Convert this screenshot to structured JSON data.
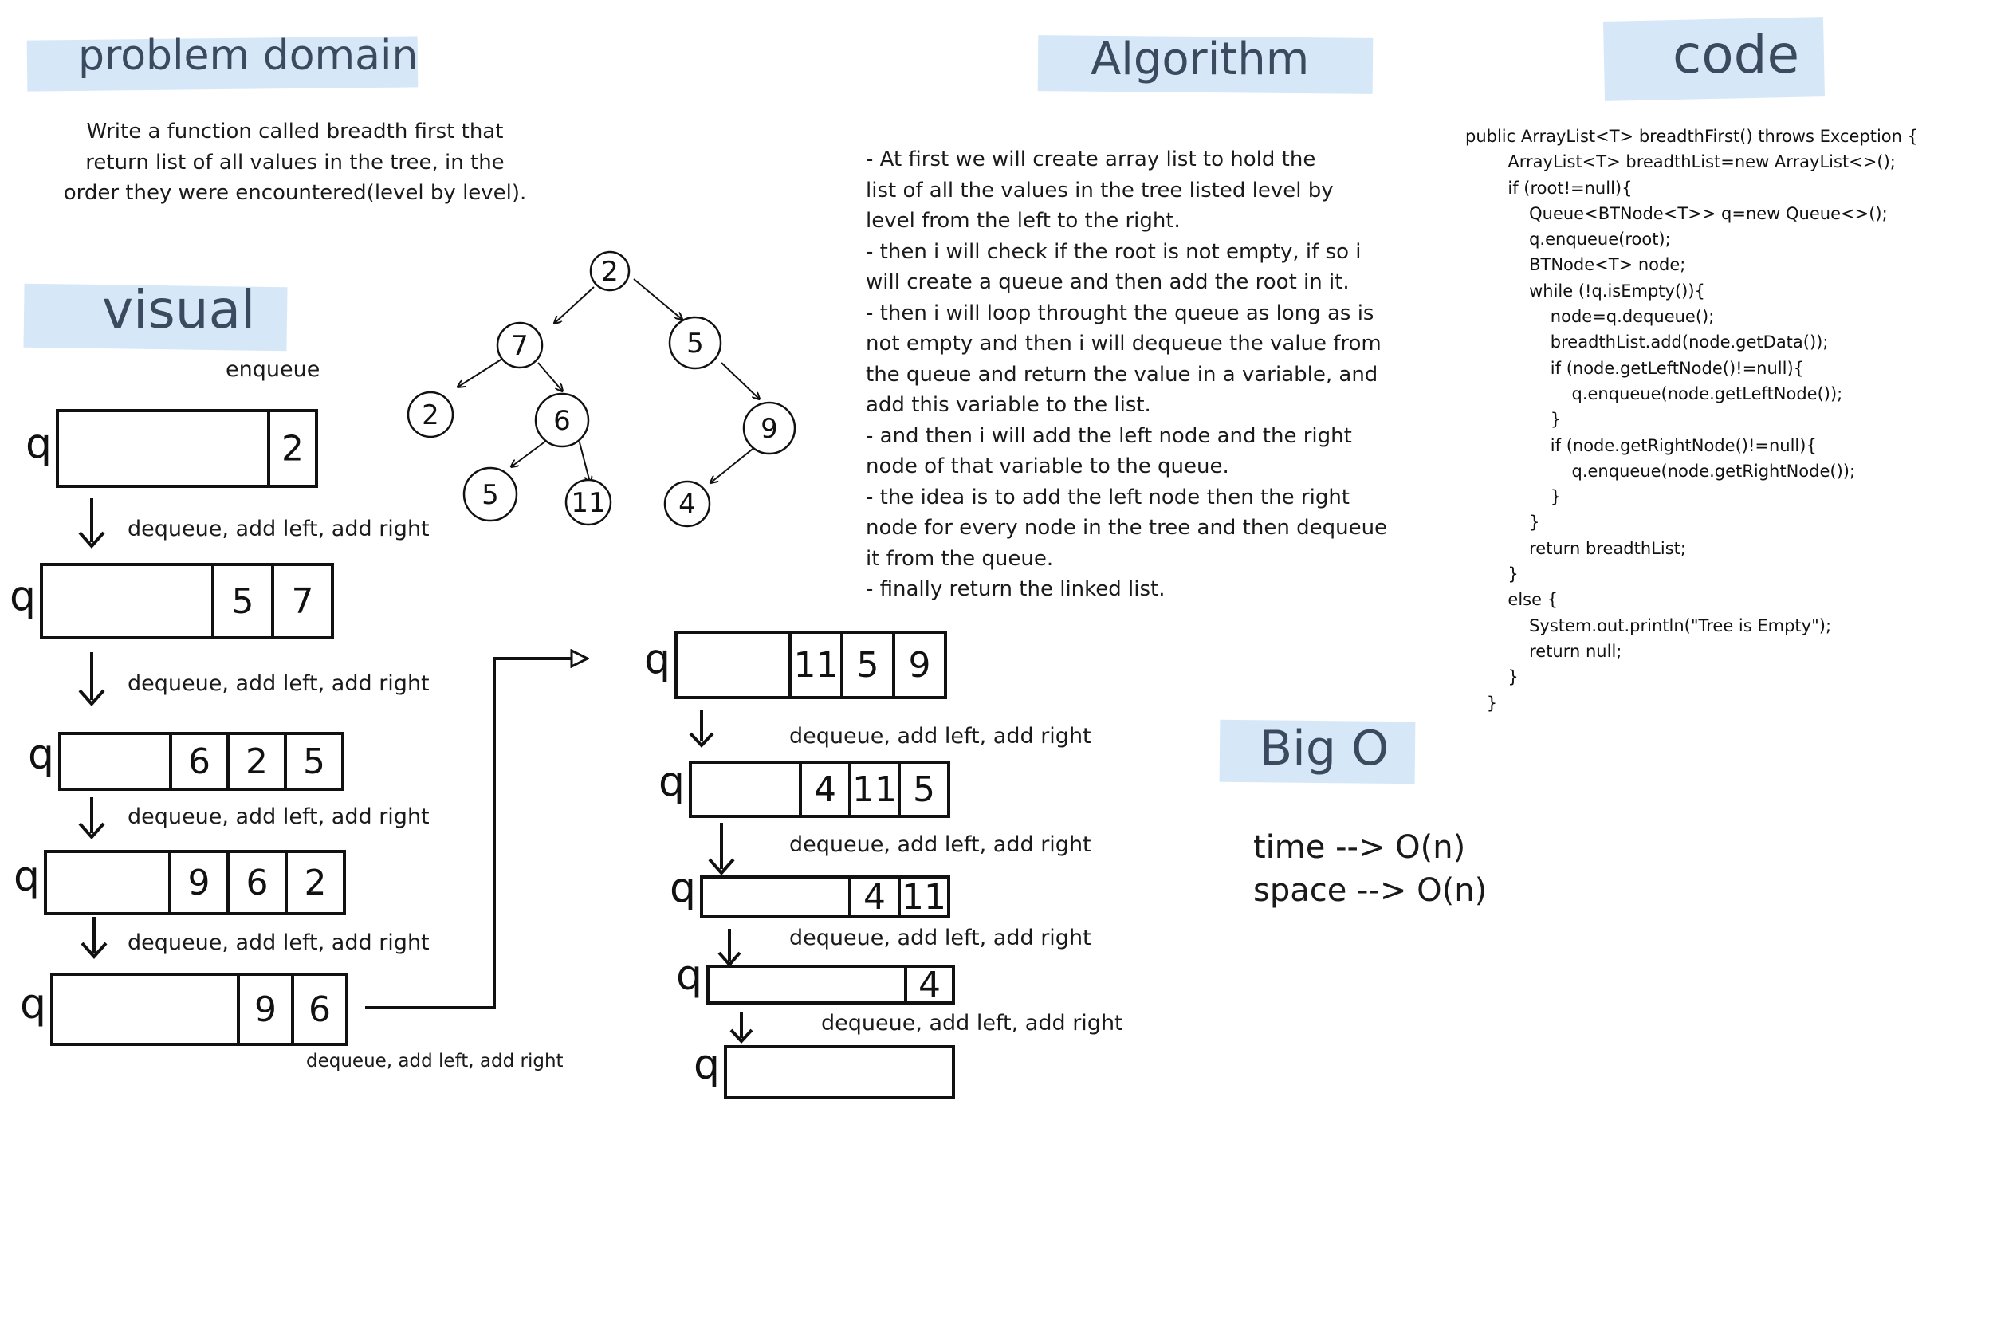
{
  "problem_domain": {
    "heading": "problem domain",
    "lines": [
      "Write a function called breadth first that",
      "return list of all values in the tree, in the",
      "order they were encountered(level by level)."
    ]
  },
  "visual": {
    "heading": "visual",
    "enqueue_label": "enqueue",
    "queue_letter": "q",
    "step_label": "dequeue, add left, add right",
    "queues_left": [
      {
        "cells": [
          "2"
        ]
      },
      {
        "cells": [
          "5",
          "7"
        ]
      },
      {
        "cells": [
          "6",
          "2",
          "5"
        ]
      },
      {
        "cells": [
          "9",
          "6",
          "2"
        ]
      },
      {
        "cells": [
          "9",
          "6"
        ]
      }
    ],
    "queues_right": [
      {
        "cells": [
          "11",
          "5",
          "9"
        ]
      },
      {
        "cells": [
          "4",
          "11",
          "5"
        ]
      },
      {
        "cells": [
          "4",
          "11"
        ]
      },
      {
        "cells": [
          "4"
        ]
      },
      {
        "cells": []
      }
    ],
    "tree_nodes": [
      "2",
      "7",
      "5",
      "2",
      "6",
      "9",
      "5",
      "11",
      "4"
    ]
  },
  "algorithm": {
    "heading": "Algorithm",
    "lines": [
      "- At first we will create array list to hold the",
      "list of all the values in the tree listed level by",
      "level from the left to the right.",
      "- then i will check if the root is not empty, if so i",
      "will create a queue and then add the root in it.",
      "- then i will loop throught the queue as long as is",
      "not empty and then i will dequeue the value from",
      "the queue and return the value in a variable, and",
      "add this variable to the list.",
      "- and then i will add the left node and the right",
      "node of that variable to the queue.",
      "- the idea is to add the left node then the right",
      "node for every node in the tree and then dequeue",
      "it from the queue.",
      "- finally return the linked list."
    ]
  },
  "big_o": {
    "heading": "Big O",
    "time": "time --> O(n)",
    "space": "space --> O(n)"
  },
  "code": {
    "heading": "code",
    "lines": [
      "public ArrayList<T> breadthFirst() throws Exception {",
      "        ArrayList<T> breadthList=new ArrayList<>();",
      "        if (root!=null){",
      "            Queue<BTNode<T>> q=new Queue<>();",
      "            q.enqueue(root);",
      "            BTNode<T> node;",
      "            while (!q.isEmpty()){",
      "                node=q.dequeue();",
      "                breadthList.add(node.getData());",
      "                if (node.getLeftNode()!=null){",
      "                    q.enqueue(node.getLeftNode());",
      "                }",
      "                if (node.getRightNode()!=null){",
      "                    q.enqueue(node.getRightNode());",
      "                }",
      "            }",
      "            return breadthList;",
      "        }",
      "        else {",
      "            System.out.println(\"Tree is Empty\");",
      "            return null;",
      "        }",
      "",
      "    }"
    ]
  }
}
